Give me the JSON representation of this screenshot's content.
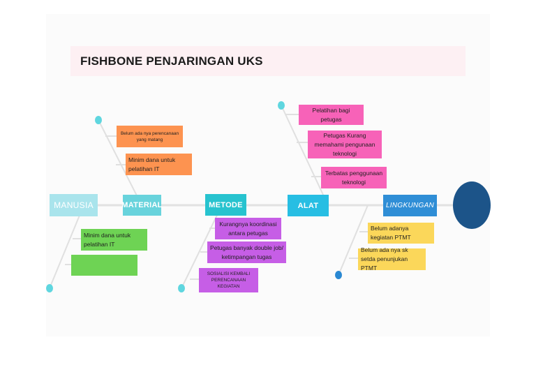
{
  "title": "FISHBONE PENJARINGAN UKS",
  "categories": {
    "manusia": "MANUSIA",
    "material": "MATERIAL",
    "metode": "METODE",
    "alat": "ALAT",
    "lingkungan": "LINGKUNGAN"
  },
  "causes": {
    "material": [
      "Belum ada nya perencanaan yang matang",
      "Minim dana untuk pelatihan IT"
    ],
    "alat": [
      "Pelatihan bagi petugas",
      "Petugas Kurang memahami pengunaan teknologi",
      "Terbatas penggunaan teknologi"
    ],
    "manusia": [
      "Minim dana untuk pelatihan IT",
      ""
    ],
    "metode": [
      "Kurangnya koordinasi antara petugas",
      "Petugas banyak double job/ ketimpangan tugas",
      "SOSIALISI KEMBALI PERENCANAAN KEGIATAN"
    ],
    "lingkungan": [
      "Belum adanya kegiatan PTMT",
      "Belum ada nya sk setda penunjukan PTMT"
    ]
  },
  "colors": {
    "spine": "#e2e2e2",
    "manusia": "#a9e4ec",
    "material": "#68d3dc",
    "metode": "#27c3cf",
    "alat": "#27bee3",
    "lingkungan": "#2f8ed6",
    "head": "#1c5489",
    "dot_light": "#5fd6df",
    "dot_dark": "#2a88d2"
  }
}
